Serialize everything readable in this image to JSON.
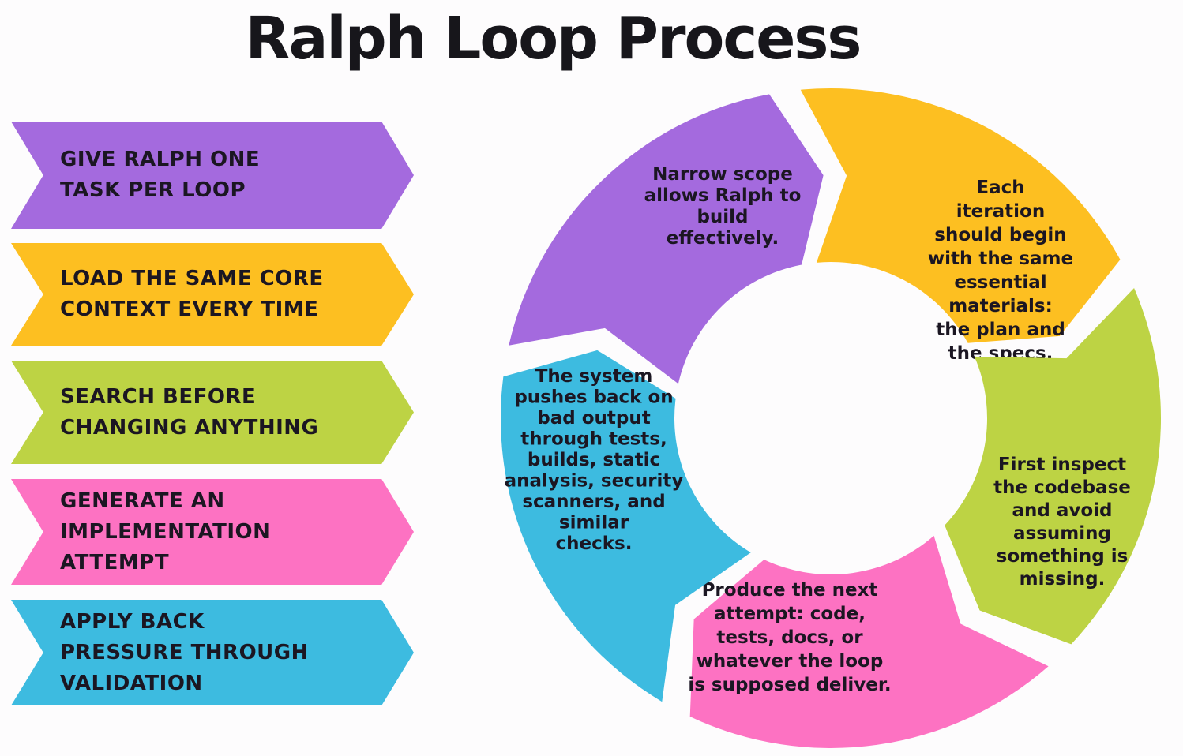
{
  "title": "Ralph Loop Process",
  "colors": {
    "purple": "#a46ade",
    "yellow": "#fdbf21",
    "green": "#bdd344",
    "pink": "#fd72c2",
    "blue": "#3dbbe0",
    "text": "#1b1622",
    "background": "#fdfcfd"
  },
  "steps": [
    {
      "label": "GIVE RALPH ONE\nTASK PER LOOP",
      "color": "#a46ade"
    },
    {
      "label": "LOAD THE SAME CORE\nCONTEXT EVERY TIME",
      "color": "#fdbf21"
    },
    {
      "label": "SEARCH BEFORE\nCHANGING ANYTHING",
      "color": "#bdd344"
    },
    {
      "label": "GENERATE AN\nIMPLEMENTATION\nATTEMPT",
      "color": "#fd72c2"
    },
    {
      "label": "APPLY BACK\nPRESSURE THROUGH\nVALIDATION",
      "color": "#3dbbe0"
    }
  ],
  "cycle": {
    "segments": [
      {
        "name": "scope",
        "color": "#a46ade",
        "lines": [
          "Narrow scope",
          "allows Ralph to",
          "build",
          "effectively."
        ]
      },
      {
        "name": "context",
        "color": "#fdbf21",
        "lines": [
          "Each",
          "iteration",
          "should begin",
          "with the same",
          "essential",
          "materials:",
          "the plan and",
          "the specs."
        ]
      },
      {
        "name": "search",
        "color": "#bdd344",
        "lines": [
          "First inspect",
          "the codebase",
          "and avoid",
          "assuming",
          "something is",
          "missing."
        ]
      },
      {
        "name": "attempt",
        "color": "#fd72c2",
        "lines": [
          "Produce the next",
          "attempt: code,",
          "tests, docs, or",
          "whatever the loop",
          "is supposed deliver."
        ]
      },
      {
        "name": "validation",
        "color": "#3dbbe0",
        "lines": [
          "The system",
          "pushes back on",
          "bad output",
          "through tests,",
          "builds, static",
          "analysis, security",
          "scanners, and",
          "similar",
          "checks."
        ]
      }
    ]
  }
}
